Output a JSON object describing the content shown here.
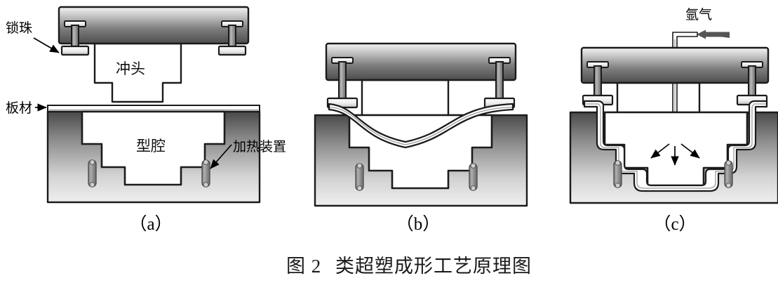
{
  "figure": {
    "caption_number": "图 2",
    "caption_title": "类超塑成形工艺原理图",
    "background_color": "#ffffff",
    "line_color": "#1b1b1b"
  },
  "annotations": {
    "lock_bead": "锁珠",
    "sheet_metal": "板材",
    "heating_device": "加热装置",
    "argon_gas": "氩气"
  },
  "part_labels": {
    "punch": "冲头",
    "cavity": "型腔"
  },
  "panels": [
    {
      "id": "a",
      "letter": "（a）",
      "stage_labels": [
        "冲头",
        "型腔"
      ],
      "annotations": [
        "锁珠",
        "板材",
        "加热装置"
      ]
    },
    {
      "id": "b",
      "letter": "（b）",
      "stage_labels": [],
      "annotations": []
    },
    {
      "id": "c",
      "letter": "（c）",
      "stage_labels": [],
      "annotations": [
        "氩气"
      ]
    }
  ],
  "colors": {
    "plate_gradient_top": "#f2f2f2",
    "plate_gradient_bottom": "#4a4a4a",
    "die_gradient_top": "#4f4f4f",
    "die_gradient_bottom": "#ededed",
    "bead_fill": "#9b9b9b",
    "heater_fill": "#8d8d8d",
    "white_fill": "#ffffff",
    "outline": "#1b1b1b"
  }
}
